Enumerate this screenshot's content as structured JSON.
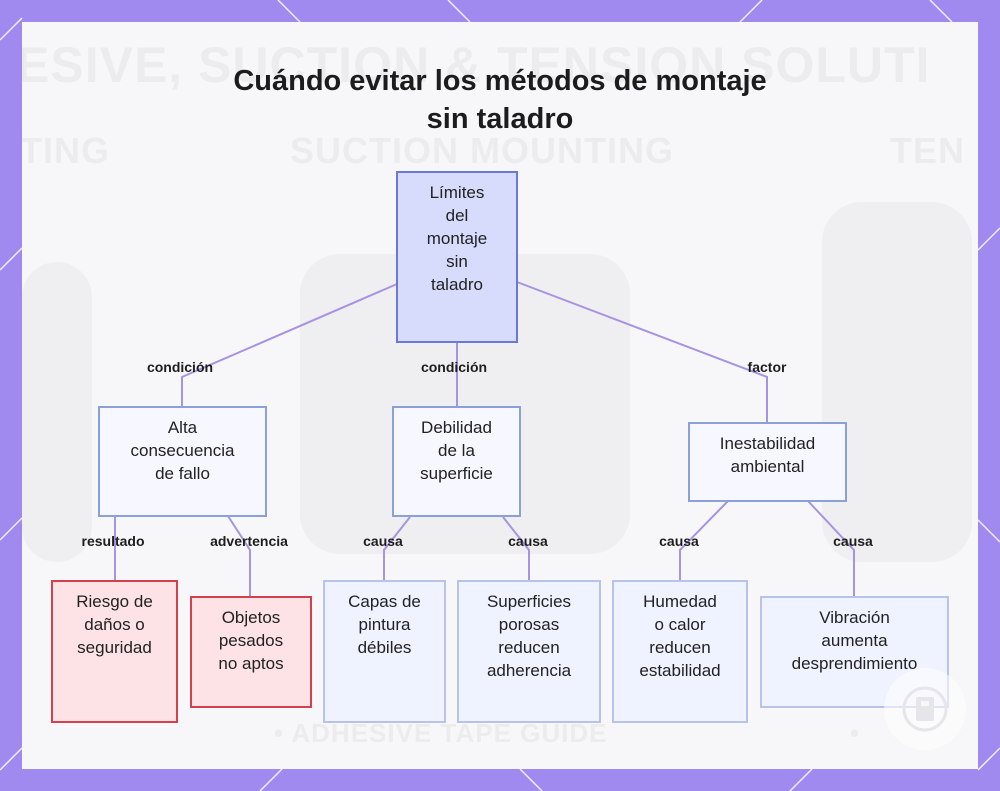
{
  "title": {
    "line1": "Cuándo evitar los métodos de montaje",
    "line2": "sin taladro"
  },
  "background_text": {
    "heading": "ESIVE, SUCTION & TENSION SOLUTI",
    "col1": "TING",
    "col2": "SUCTION MOUNTING",
    "col3": "TEN",
    "footer1": "• ADHESIVE TAPE GUIDE",
    "footer2": "•"
  },
  "nodes": {
    "root": [
      "Límites",
      "del",
      "montaje",
      "sin",
      "taladro"
    ],
    "consequence": [
      "Alta",
      "consecuencia",
      "de fallo"
    ],
    "surface": [
      "Debilidad",
      "de la",
      "superficie"
    ],
    "environment": [
      "Inestabilidad",
      "ambiental"
    ],
    "damage": [
      "Riesgo de",
      "daños o",
      "seguridad"
    ],
    "heavy": [
      "Objetos",
      "pesados",
      "no aptos"
    ],
    "paint": [
      "Capas de",
      "pintura",
      "débiles"
    ],
    "porous": [
      "Superficies",
      "porosas",
      "reducen",
      "adherencia"
    ],
    "humidity": [
      "Humedad",
      "o calor",
      "reducen",
      "estabilidad"
    ],
    "vibration": [
      "Vibración",
      "aumenta",
      "desprendimiento"
    ]
  },
  "edge_labels": {
    "root_consequence": "condición",
    "root_surface": "condición",
    "root_environment": "factor",
    "consequence_damage": "resultado",
    "consequence_heavy": "advertencia",
    "surface_paint": "causa",
    "surface_porous": "causa",
    "environment_humidity": "causa",
    "environment_vibration": "causa"
  },
  "colors": {
    "frame": "#a08af0",
    "edge": "#a893e2",
    "root_fill": "#d7dcfc",
    "root_border": "#6c78d4",
    "alert_fill": "#fde3e5",
    "alert_border": "#d2414d",
    "leaf_fill": "#eff2ff",
    "leaf_border": "#b8c2ea"
  }
}
